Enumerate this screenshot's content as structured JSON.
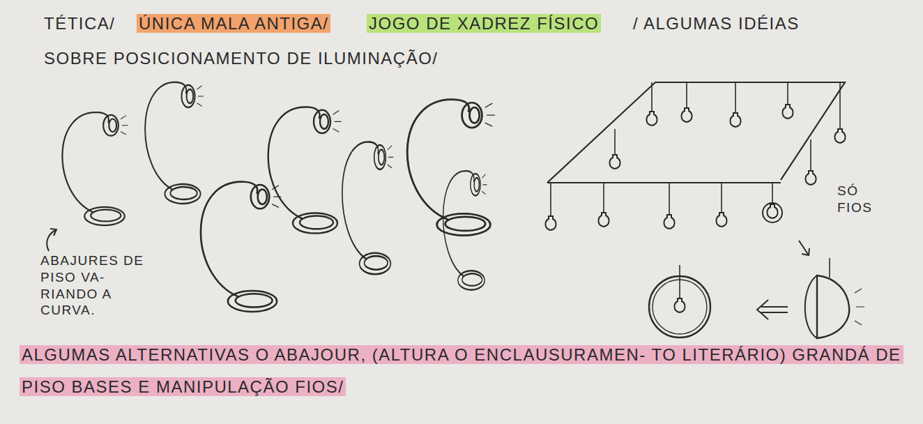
{
  "diagram": {
    "labels": [
      "TÉTICA/",
      "ÚNICA MALA ANTIGA/",
      "JOGO DE XADREZ FÍSICO",
      "/ ALGUMAS IDÉIAS",
      "SOBRE POSICIONAMENTO DE ILUMINAÇÃO/",
      "ABAJURES DE PISO VA- RIANDO A CURVA.",
      "SÓ FIOS",
      "ALGUMAS ALTERNATIVAS O ABAJOUR, (ALTURA O ENCLAUSURAMEN- TO LITERÁRIO) GRANDÁ DE PISO BASES E MANIPULAÇÃO FIOS/"
    ]
  }
}
